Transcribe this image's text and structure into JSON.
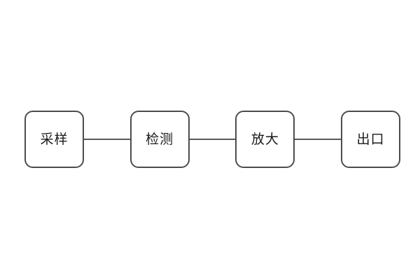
{
  "diagram": {
    "type": "flowchart",
    "direction": "left-to-right",
    "nodes": [
      {
        "id": "node-1",
        "label": "采样"
      },
      {
        "id": "node-2",
        "label": "检测"
      },
      {
        "id": "node-3",
        "label": "放大"
      },
      {
        "id": "node-4",
        "label": "出口"
      }
    ],
    "connections": [
      {
        "from": "node-1",
        "to": "node-2",
        "style": "plain-line"
      },
      {
        "from": "node-2",
        "to": "node-3",
        "style": "plain-line"
      },
      {
        "from": "node-3",
        "to": "node-4",
        "style": "plain-line"
      }
    ],
    "colors": {
      "background": "#ffffff",
      "box_border": "#4d4d4d",
      "box_fill": "#ffffff",
      "connector": "#595959",
      "text": "#1a1a1a"
    }
  }
}
